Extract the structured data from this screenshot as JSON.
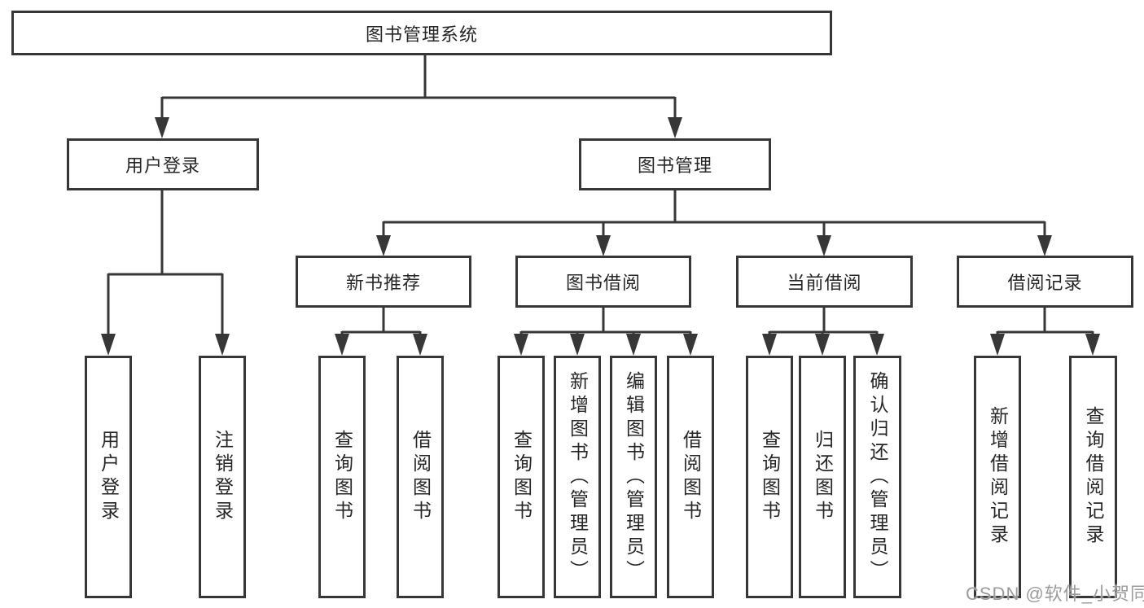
{
  "tree": {
    "root": {
      "label": "图书管理系统"
    },
    "branches": [
      {
        "label": "用户登录",
        "children": [
          {
            "label": "用户登录"
          },
          {
            "label": "注销登录"
          }
        ]
      },
      {
        "label": "图书管理",
        "children": [
          {
            "label": "新书推荐",
            "children": [
              {
                "label": "查询图书"
              },
              {
                "label": "借阅图书"
              }
            ]
          },
          {
            "label": "图书借阅",
            "children": [
              {
                "label": "查询图书"
              },
              {
                "label": "新增图书（管理员）"
              },
              {
                "label": "编辑图书（管理员）"
              },
              {
                "label": "借阅图书"
              }
            ]
          },
          {
            "label": "当前借阅",
            "children": [
              {
                "label": "查询图书"
              },
              {
                "label": "归还图书"
              },
              {
                "label": "确认归还（管理员）"
              }
            ]
          },
          {
            "label": "借阅记录",
            "children": [
              {
                "label": "新增借阅记录"
              },
              {
                "label": "查询借阅记录"
              }
            ]
          }
        ]
      }
    ]
  },
  "watermark": "CSDN @软件_小贺同学",
  "colors": {
    "line": "#373737",
    "box_border": "#373737",
    "text": "#262626",
    "background": "#ffffff",
    "watermark": "#9b9b9b"
  }
}
